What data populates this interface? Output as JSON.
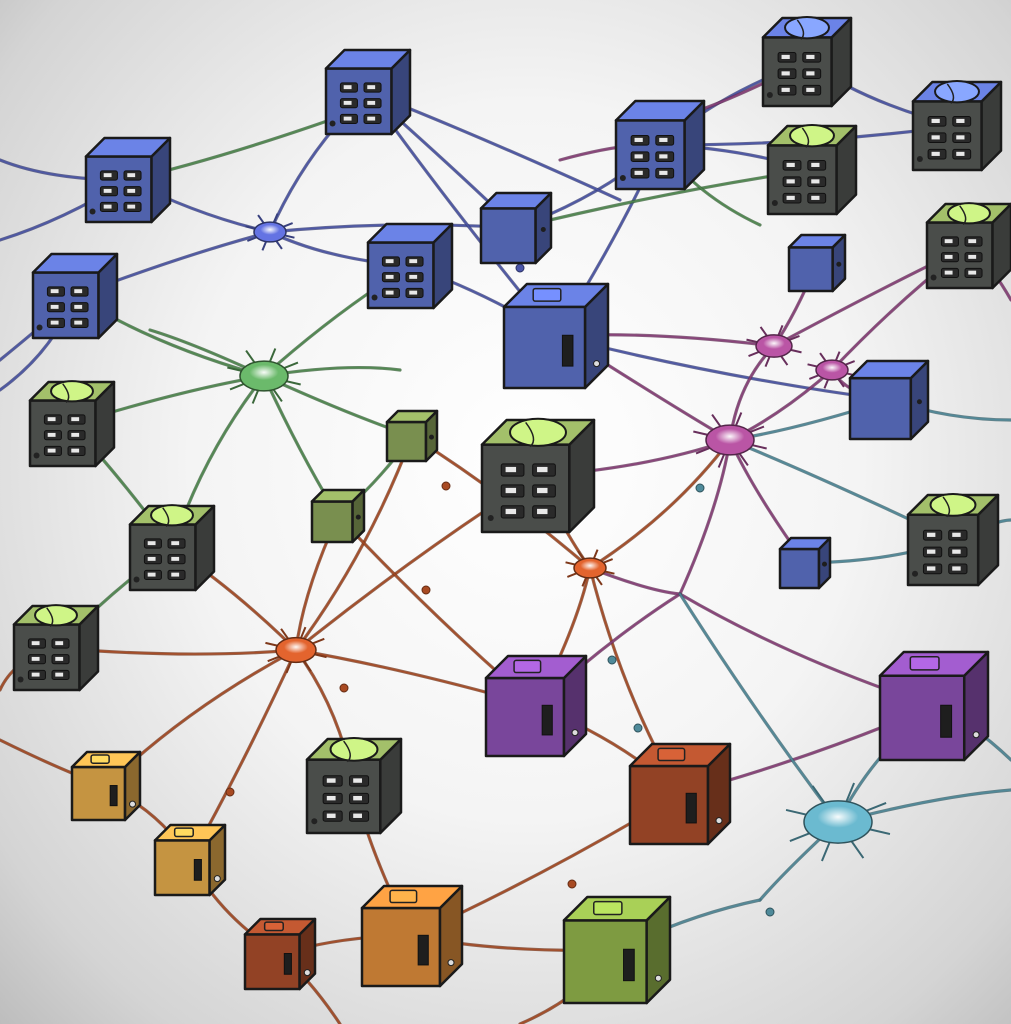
{
  "palette": {
    "blue": "#5b6fc4",
    "green": "#8aa35a",
    "purple": "#8a4fb0",
    "rust": "#a64b2a",
    "orange": "#d98a3a",
    "yellow": "#e0a84a",
    "lime": "#8fb04a",
    "wire_blue": "#4a55a8",
    "wire_green": "#4f8a4f",
    "wire_rust": "#a84a22",
    "wire_purple": "#8a3f7a",
    "wire_teal": "#4f8a9a"
  },
  "nodes": [
    {
      "id": "blue-device-1",
      "color": "blue",
      "kind": "panel",
      "dome": false
    },
    {
      "id": "blue-device-2",
      "color": "blue",
      "kind": "panel",
      "dome": false
    },
    {
      "id": "blue-device-3",
      "color": "blue",
      "kind": "panel",
      "dome": false
    },
    {
      "id": "blue-device-4",
      "color": "blue",
      "kind": "plain",
      "dome": false
    },
    {
      "id": "blue-device-5",
      "color": "blue",
      "kind": "panel",
      "dome": false
    },
    {
      "id": "blue-router-large",
      "color": "blue",
      "kind": "switch",
      "dome": false
    },
    {
      "id": "dome-device-top-right",
      "color": "blue",
      "kind": "panel",
      "dome": true
    },
    {
      "id": "dome-device-right",
      "color": "blue",
      "kind": "panel",
      "dome": true
    },
    {
      "id": "green-device-1",
      "color": "green",
      "kind": "panel",
      "dome": true
    },
    {
      "id": "green-device-2",
      "color": "green",
      "kind": "panel",
      "dome": true
    },
    {
      "id": "green-device-3",
      "color": "green",
      "kind": "panel",
      "dome": true
    },
    {
      "id": "green-device-4",
      "color": "green",
      "kind": "panel",
      "dome": true
    },
    {
      "id": "green-device-5",
      "color": "green",
      "kind": "panel",
      "dome": true
    },
    {
      "id": "green-device-6",
      "color": "green",
      "kind": "panel",
      "dome": true
    },
    {
      "id": "green-hub-large",
      "color": "green",
      "kind": "panel",
      "dome": true
    },
    {
      "id": "green-device-bottom",
      "color": "green",
      "kind": "panel",
      "dome": true
    },
    {
      "id": "small-green-1",
      "color": "green",
      "kind": "plain",
      "dome": false
    },
    {
      "id": "small-green-2",
      "color": "green",
      "kind": "plain",
      "dome": false
    },
    {
      "id": "small-blue-1",
      "color": "blue",
      "kind": "plain",
      "dome": false
    },
    {
      "id": "small-blue-2",
      "color": "blue",
      "kind": "plain",
      "dome": false
    },
    {
      "id": "small-blue-3",
      "color": "blue",
      "kind": "plain",
      "dome": false
    },
    {
      "id": "purple-device-1",
      "color": "purple",
      "kind": "switch",
      "dome": false
    },
    {
      "id": "purple-device-2",
      "color": "purple",
      "kind": "switch",
      "dome": false
    },
    {
      "id": "rust-device",
      "color": "rust",
      "kind": "switch",
      "dome": false
    },
    {
      "id": "orange-device",
      "color": "orange",
      "kind": "switch",
      "dome": false
    },
    {
      "id": "yellow-device-1",
      "color": "yellow",
      "kind": "switch",
      "dome": false
    },
    {
      "id": "yellow-device-2",
      "color": "yellow",
      "kind": "switch",
      "dome": false
    },
    {
      "id": "red-device",
      "color": "rust",
      "kind": "switch",
      "dome": false
    },
    {
      "id": "lime-device-bottom",
      "color": "lime",
      "kind": "switch",
      "dome": false
    }
  ],
  "hubs": [
    {
      "id": "hub-blue",
      "color": "wire_blue"
    },
    {
      "id": "hub-green",
      "color": "wire_green"
    },
    {
      "id": "hub-rust-1",
      "color": "wire_rust"
    },
    {
      "id": "hub-rust-2",
      "color": "wire_rust"
    },
    {
      "id": "hub-purple-1",
      "color": "wire_purple"
    },
    {
      "id": "hub-purple-2",
      "color": "wire_purple"
    },
    {
      "id": "hub-purple-3",
      "color": "wire_purple"
    },
    {
      "id": "hub-teal",
      "color": "wire_teal"
    }
  ]
}
